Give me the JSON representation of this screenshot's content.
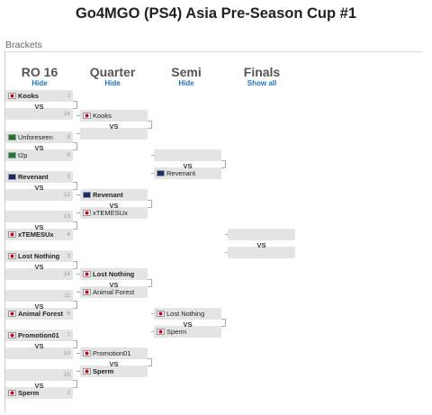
{
  "title": "Go4MGO (PS4) Asia Pre-Season Cup #1",
  "section_label": "Brackets",
  "rounds": [
    {
      "name": "RO 16",
      "link": "Hide"
    },
    {
      "name": "Quarter",
      "link": "Hide"
    },
    {
      "name": "Semi",
      "link": "Hide"
    },
    {
      "name": "Finals",
      "link": "Show all"
    }
  ],
  "vs_label": "VS",
  "ro16": [
    {
      "team": "Kooks",
      "flag": "jp",
      "seed": "1",
      "win": true
    },
    {
      "team": "",
      "flag": "",
      "seed": "16",
      "win": false
    },
    {
      "team": "Unforeseen",
      "flag": "sa",
      "seed": "9",
      "win": false
    },
    {
      "team": "t2p",
      "flag": "sa",
      "seed": "8",
      "win": false
    },
    {
      "team": "Revenant",
      "flag": "au",
      "seed": "5",
      "win": true
    },
    {
      "team": "",
      "flag": "",
      "seed": "12",
      "win": false
    },
    {
      "team": "",
      "flag": "",
      "seed": "13",
      "win": false
    },
    {
      "team": "xTEMESUx",
      "flag": "jp",
      "seed": "4",
      "win": true
    },
    {
      "team": "Lost Nothing",
      "flag": "jp",
      "seed": "3",
      "win": true
    },
    {
      "team": "",
      "flag": "",
      "seed": "14",
      "win": false
    },
    {
      "team": "",
      "flag": "",
      "seed": "11",
      "win": false
    },
    {
      "team": "Animal Forest",
      "flag": "jp",
      "seed": "6",
      "win": true
    },
    {
      "team": "Promotion01",
      "flag": "jp",
      "seed": "7",
      "win": true
    },
    {
      "team": "",
      "flag": "",
      "seed": "10",
      "win": false
    },
    {
      "team": "",
      "flag": "",
      "seed": "15",
      "win": false
    },
    {
      "team": "Sperm",
      "flag": "jp",
      "seed": "2",
      "win": true
    }
  ],
  "quarter": [
    {
      "team": "Kooks",
      "flag": "jp",
      "win": false
    },
    {
      "team": "",
      "flag": "",
      "win": false
    },
    {
      "team": "Revenant",
      "flag": "au",
      "win": true
    },
    {
      "team": "xTEMESUx",
      "flag": "jp",
      "win": false
    },
    {
      "team": "Lost Nothing",
      "flag": "jp",
      "win": true
    },
    {
      "team": "Animal Forest",
      "flag": "jp",
      "win": false
    },
    {
      "team": "Promotion01",
      "flag": "jp",
      "win": false
    },
    {
      "team": "Sperm",
      "flag": "jp",
      "win": true
    }
  ],
  "semi": [
    {
      "team": "",
      "flag": "",
      "win": false
    },
    {
      "team": "Revenant",
      "flag": "au",
      "win": false
    },
    {
      "team": "Lost Nothing",
      "flag": "jp",
      "win": false
    },
    {
      "team": "Sperm",
      "flag": "jp",
      "win": false
    }
  ],
  "finals": [
    {
      "team": "",
      "flag": "",
      "win": false
    },
    {
      "team": "",
      "flag": "",
      "win": false
    }
  ]
}
